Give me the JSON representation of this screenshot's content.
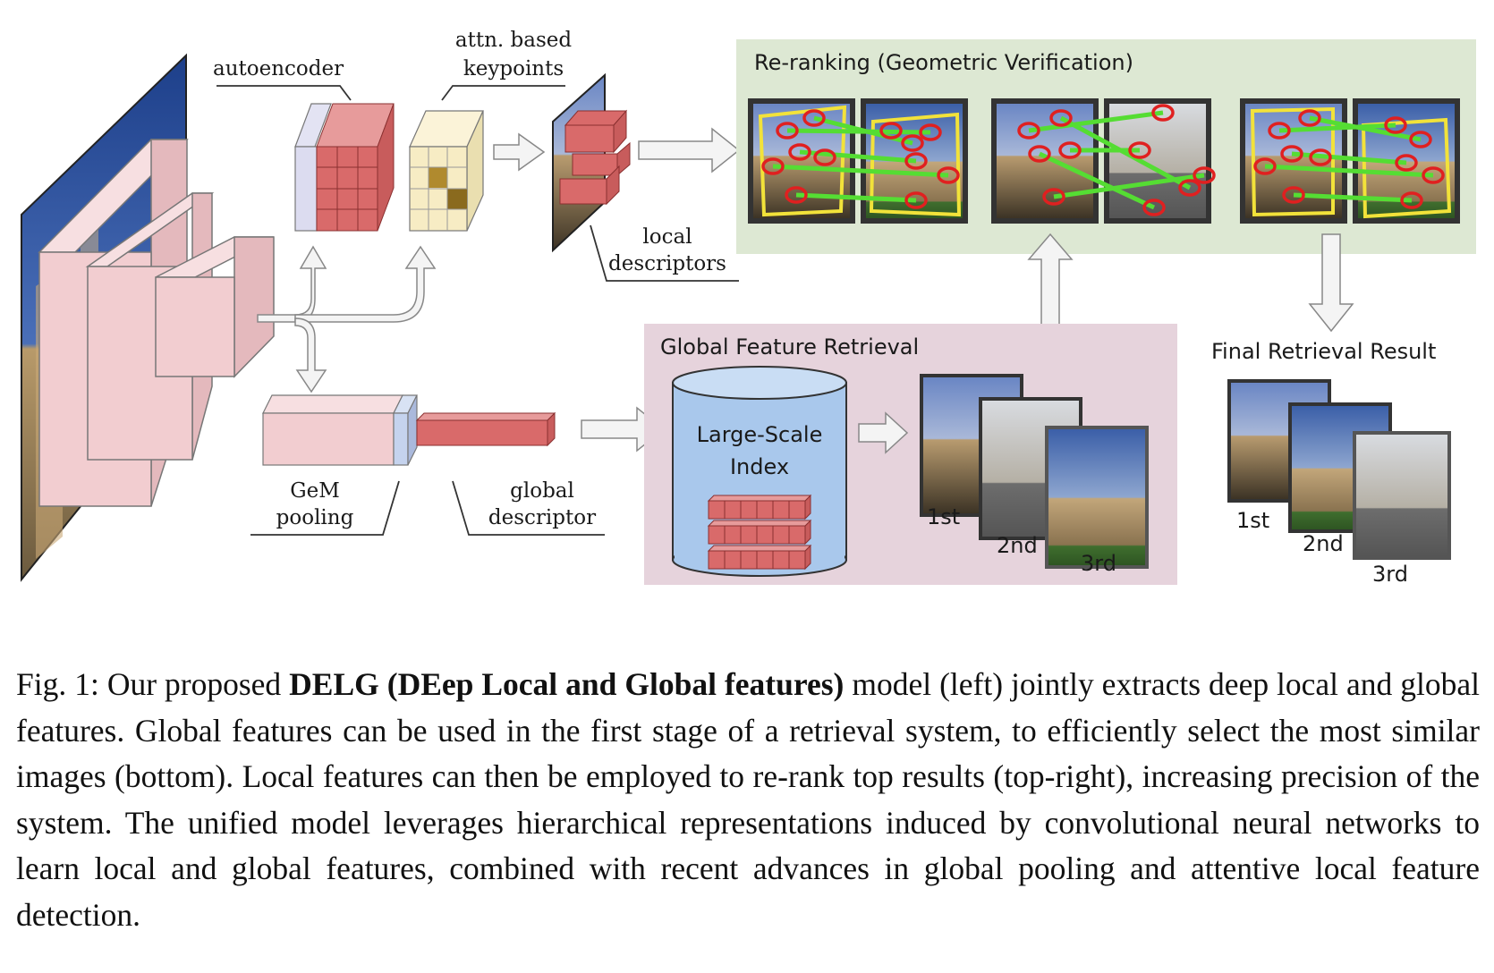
{
  "figure": {
    "labels": {
      "autoencoder": "autoencoder",
      "attn_line1": "attn. based",
      "attn_line2": "keypoints",
      "local_line1": "local",
      "local_line2": "descriptors",
      "gem_line1": "GeM",
      "gem_line2": "pooling",
      "global_line1": "global",
      "global_line2": "descriptor"
    },
    "reranking": {
      "title": "Re-ranking (Geometric Verification)",
      "color": "#dde8d3"
    },
    "global_retrieval": {
      "title": "Global Feature Retrieval",
      "color": "#e6d3dc",
      "index_line1": "Large-Scale",
      "index_line2": "Index",
      "ranks": [
        "1st",
        "2nd",
        "3rd"
      ]
    },
    "final": {
      "title": "Final Retrieval Result",
      "ranks": [
        "1st",
        "2nd",
        "3rd"
      ]
    },
    "colors": {
      "conv_pink": "#f2cdd0",
      "descriptor_red": "#d96a6a",
      "pool_blue": "#c5d3ee",
      "index_blue": "#a9c8ec",
      "keypoint_yellow": "#f7ecc4",
      "match_green": "#55dd33",
      "keypoint_red": "#e02020"
    }
  },
  "caption": {
    "prefix": "Fig. 1: Our proposed ",
    "bold": "DELG (DEep Local and Global features)",
    "text": " model (left) jointly extracts deep local and global features. Global features can be used in the first stage of a retrieval system, to efficiently select the most similar images (bottom). Local features can then be employed to re-rank top results (top-right), increasing precision of the system. The unified model leverages hierarchical representations induced by convolutional neural networks to learn local and global features, combined with recent advances in global pooling and attentive local feature detection."
  }
}
